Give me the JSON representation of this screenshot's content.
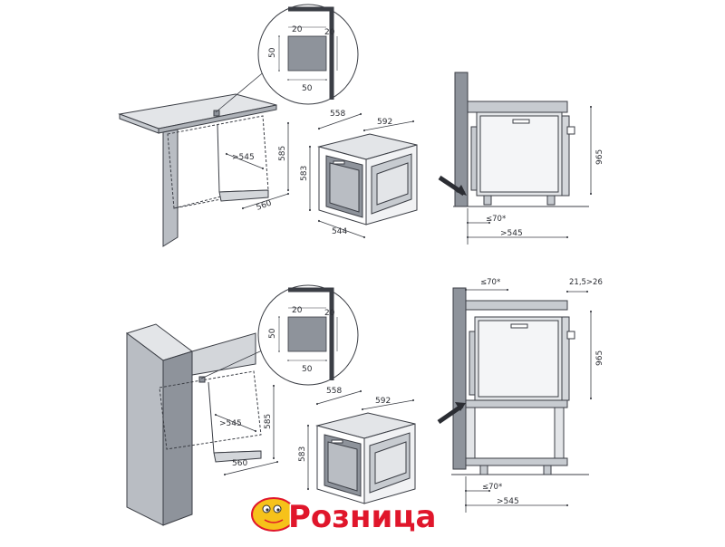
{
  "diagram_top": {
    "inset_labels": {
      "top_a": "20",
      "top_b": "20",
      "left": "50",
      "bottom": "50"
    },
    "cabinet_labels": {
      "depth": ">545",
      "height": "585",
      "width": "560"
    },
    "oven_labels": {
      "depth": "558",
      "width": "592",
      "height": "583",
      "front_width": "544"
    },
    "side_labels": {
      "height": "965",
      "gap": "≤70*",
      "depth": ">545"
    }
  },
  "diagram_bottom": {
    "inset_labels": {
      "top_a": "20",
      "top_b": "20",
      "left": "50",
      "bottom": "50"
    },
    "cabinet_labels": {
      "depth": ">545",
      "height": "585",
      "width": "560"
    },
    "oven_labels": {
      "depth": "558",
      "width": "592",
      "height": "583"
    },
    "side_labels": {
      "top_gap": "≤70*",
      "top_right": "21,5>26",
      "height": "965",
      "gap": "≤70*",
      "depth": ">545"
    }
  },
  "logo": {
    "text": "Розница"
  },
  "colors": {
    "line": "#3b3e45",
    "fill_dark": "#8e939b",
    "fill_light": "#e3e5e8",
    "fill_mid": "#c7cbd0",
    "logo_red": "#e0162b",
    "logo_yellow": "#f6c21a"
  }
}
